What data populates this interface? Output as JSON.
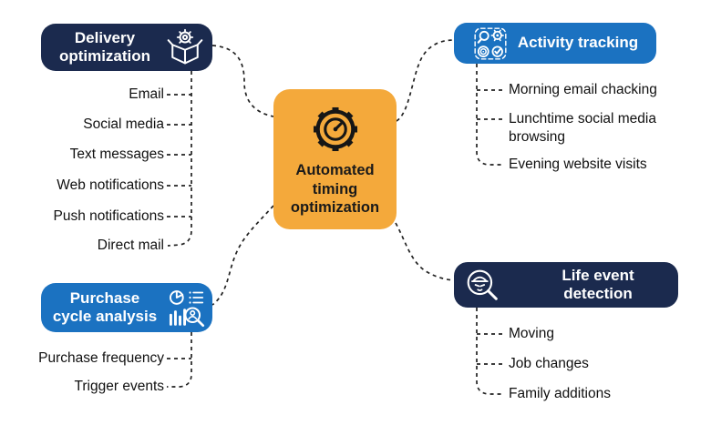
{
  "diagram_title": "Automated timing optimization",
  "colors": {
    "navy": "#1B2A4E",
    "blue": "#1B72C1",
    "orange": "#F4A93B",
    "wire": "#222222",
    "text": "#101010"
  },
  "center": {
    "label": "Automated timing optimization",
    "icon": "gear-gauge-icon"
  },
  "branches": {
    "delivery": {
      "label": "Delivery optimization",
      "icon": "open-box-gear-icon",
      "items": [
        "Email",
        "Social media",
        "Text messages",
        "Web notifications",
        "Push notifications",
        "Direct mail"
      ]
    },
    "activity": {
      "label": "Activity tracking",
      "icon": "activity-grid-icon",
      "items": [
        "Morning email chacking",
        "Lunchtime social media browsing",
        "Evening website visits"
      ]
    },
    "purchase": {
      "label": "Purchase cycle analysis",
      "icon": "charts-magnifier-icon",
      "items": [
        "Purchase frequency",
        "Trigger events"
      ]
    },
    "life": {
      "label": "Life event detection",
      "icon": "detective-magnifier-icon",
      "items": [
        "Moving",
        "Job changes",
        "Family additions"
      ]
    }
  }
}
